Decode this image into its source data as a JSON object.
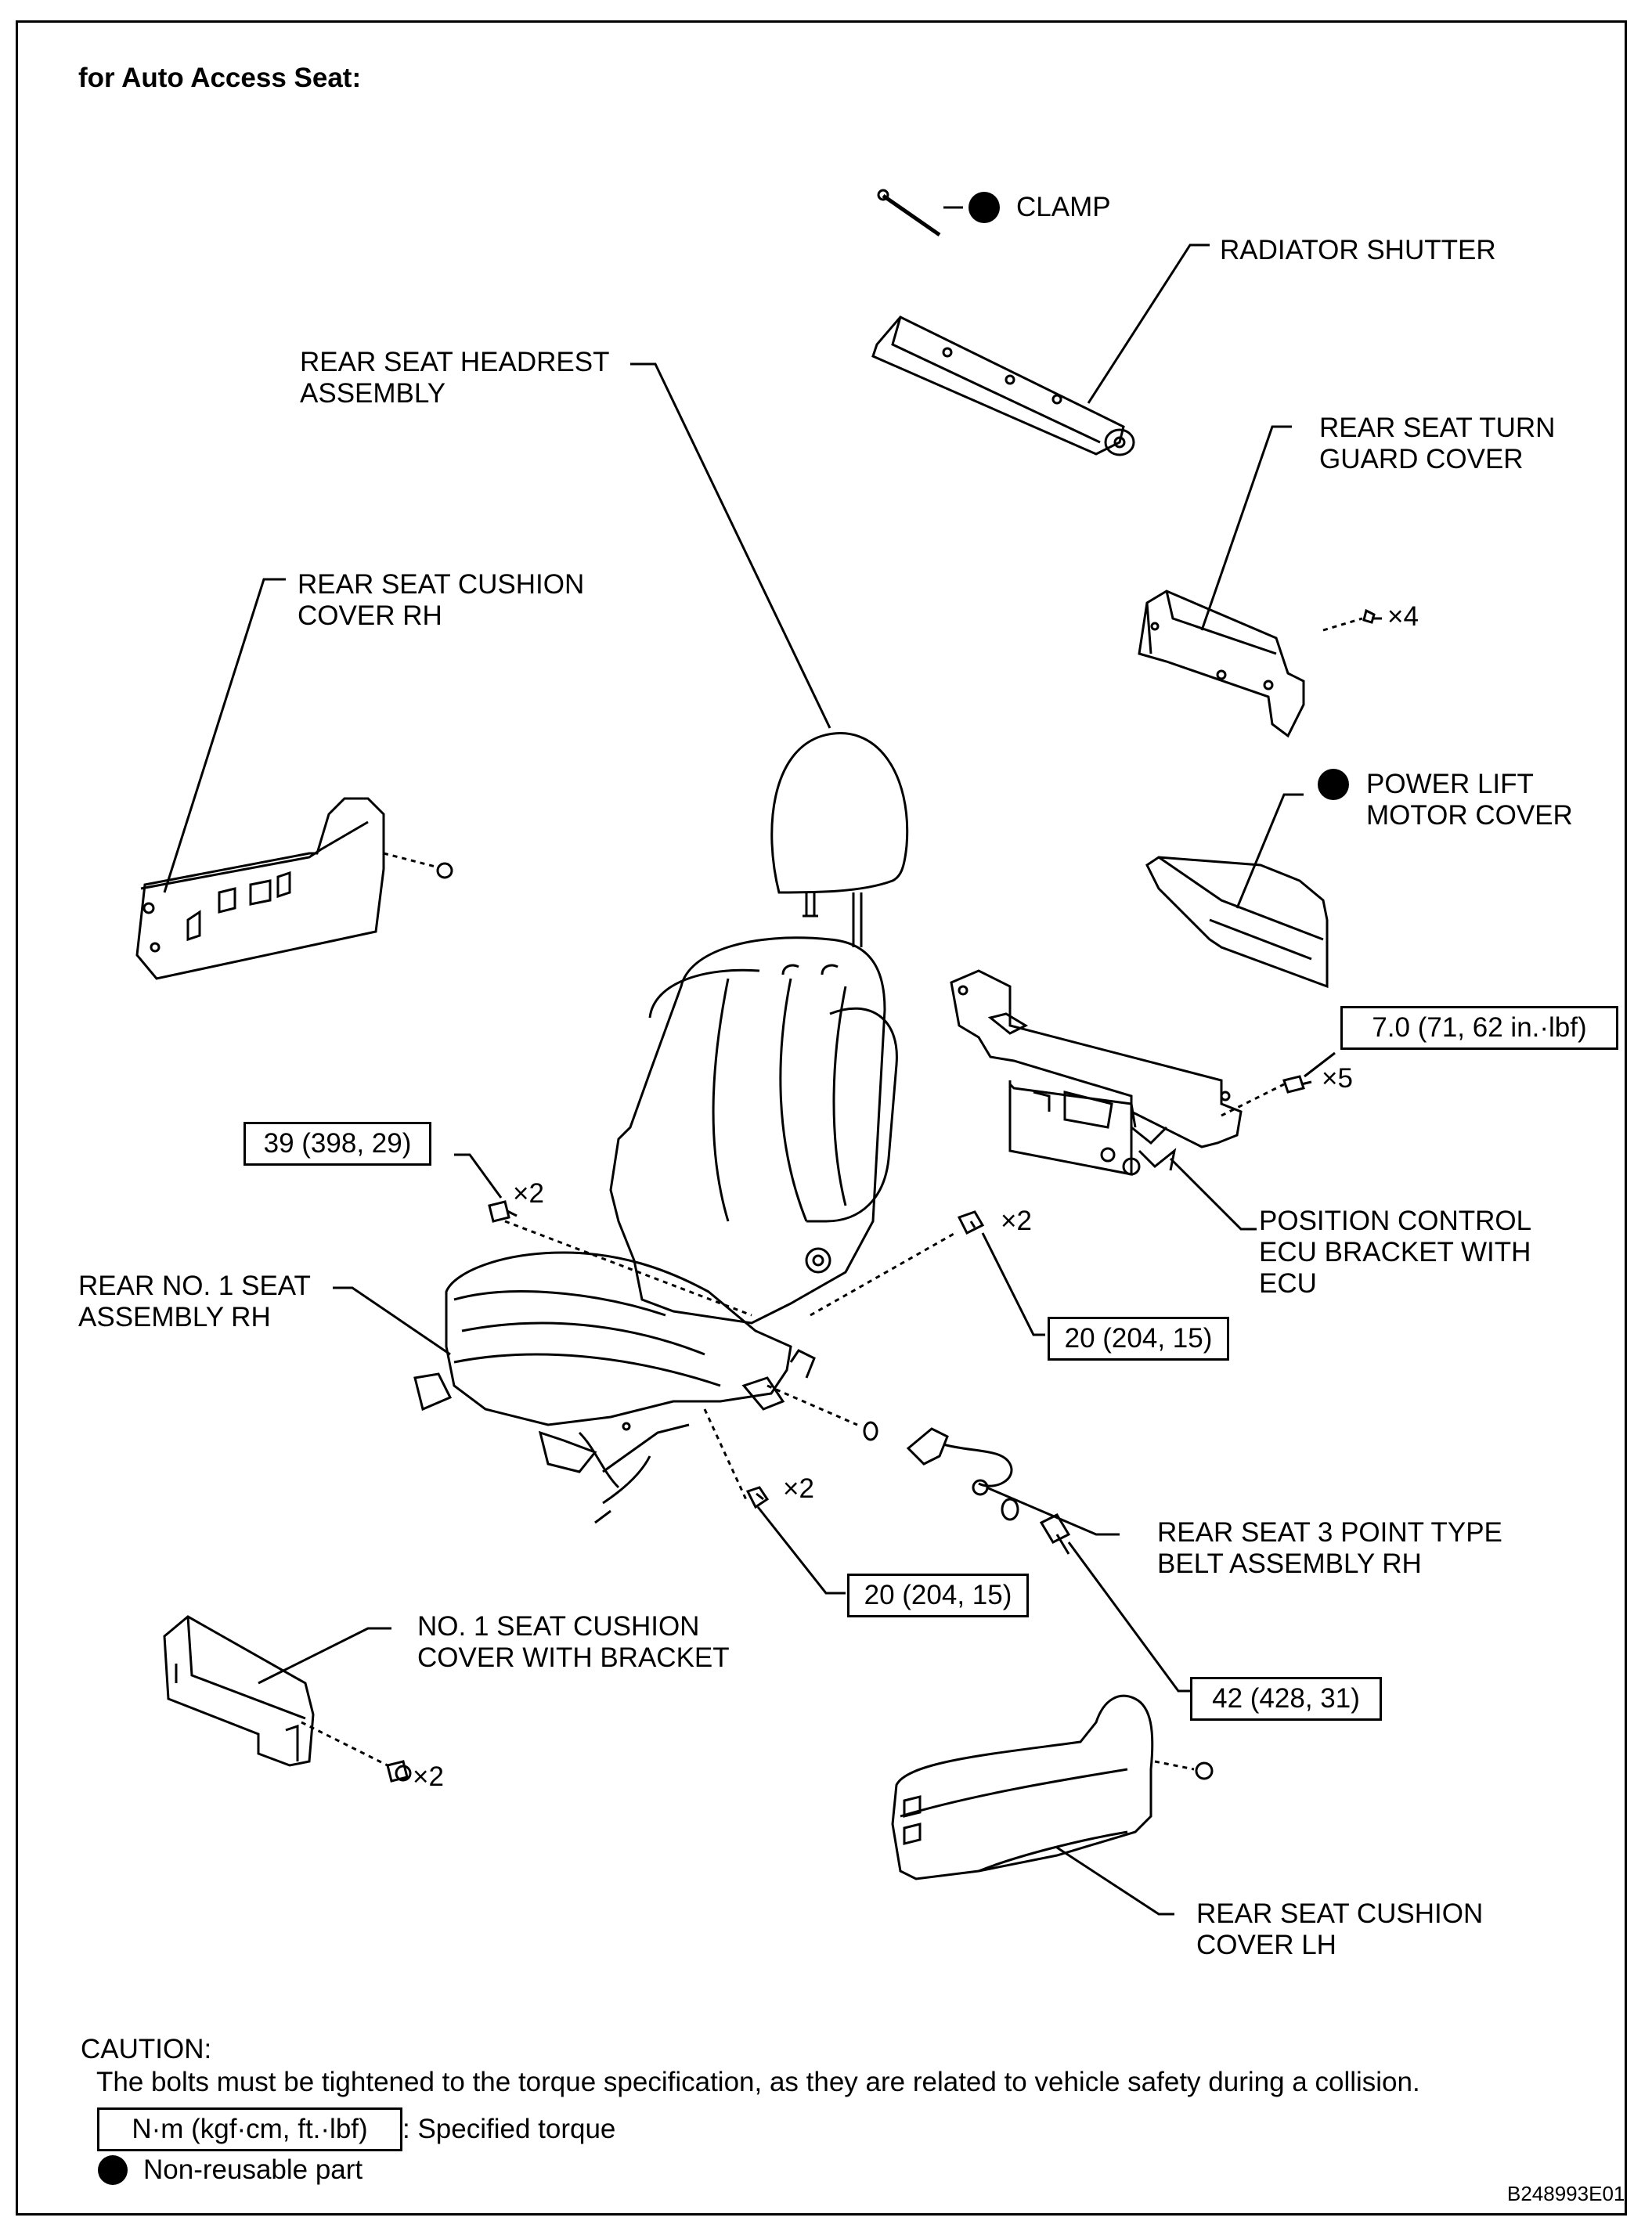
{
  "title": "for Auto Access Seat:",
  "labels": {
    "clamp": "CLAMP",
    "radiator_shutter": "RADIATOR SHUTTER",
    "headrest": "REAR SEAT HEADREST\nASSEMBLY",
    "turn_guard": "REAR SEAT TURN\nGUARD COVER",
    "cushion_cover_rh": "REAR SEAT CUSHION\nCOVER RH",
    "power_lift": "POWER LIFT\nMOTOR COVER",
    "ecu_bracket": "POSITION CONTROL\nECU BRACKET WITH\nECU",
    "seat_assembly": "REAR NO. 1 SEAT\nASSEMBLY RH",
    "belt_assembly": "REAR SEAT 3 POINT TYPE\nBELT ASSEMBLY RH",
    "no1_cushion_cover": "NO. 1 SEAT CUSHION\nCOVER WITH BRACKET",
    "cushion_cover_lh": "REAR SEAT CUSHION\nCOVER LH"
  },
  "torques": {
    "ecu": "7.0 (71, 62 in.·lbf)",
    "seat_left": "39 (398, 29)",
    "seat_right": "20 (204, 15)",
    "seat_lower": "20 (204, 15)",
    "belt": "42 (428, 31)"
  },
  "quantities": {
    "turn_guard": "×4",
    "ecu": "×5",
    "seat_left": "×2",
    "seat_right": "×2",
    "seat_lower": "×2",
    "no1_cushion": "×2"
  },
  "caution": {
    "heading": "CAUTION:",
    "text": "The bolts must be tightened to the torque specification, as they are related to vehicle safety during a collision."
  },
  "legend": {
    "torque_unit": "N·m (kgf·cm, ft.·lbf)",
    "torque_desc": ": Specified torque",
    "nonreusable_desc": "Non-reusable part"
  },
  "figure_id": "B248993E01"
}
